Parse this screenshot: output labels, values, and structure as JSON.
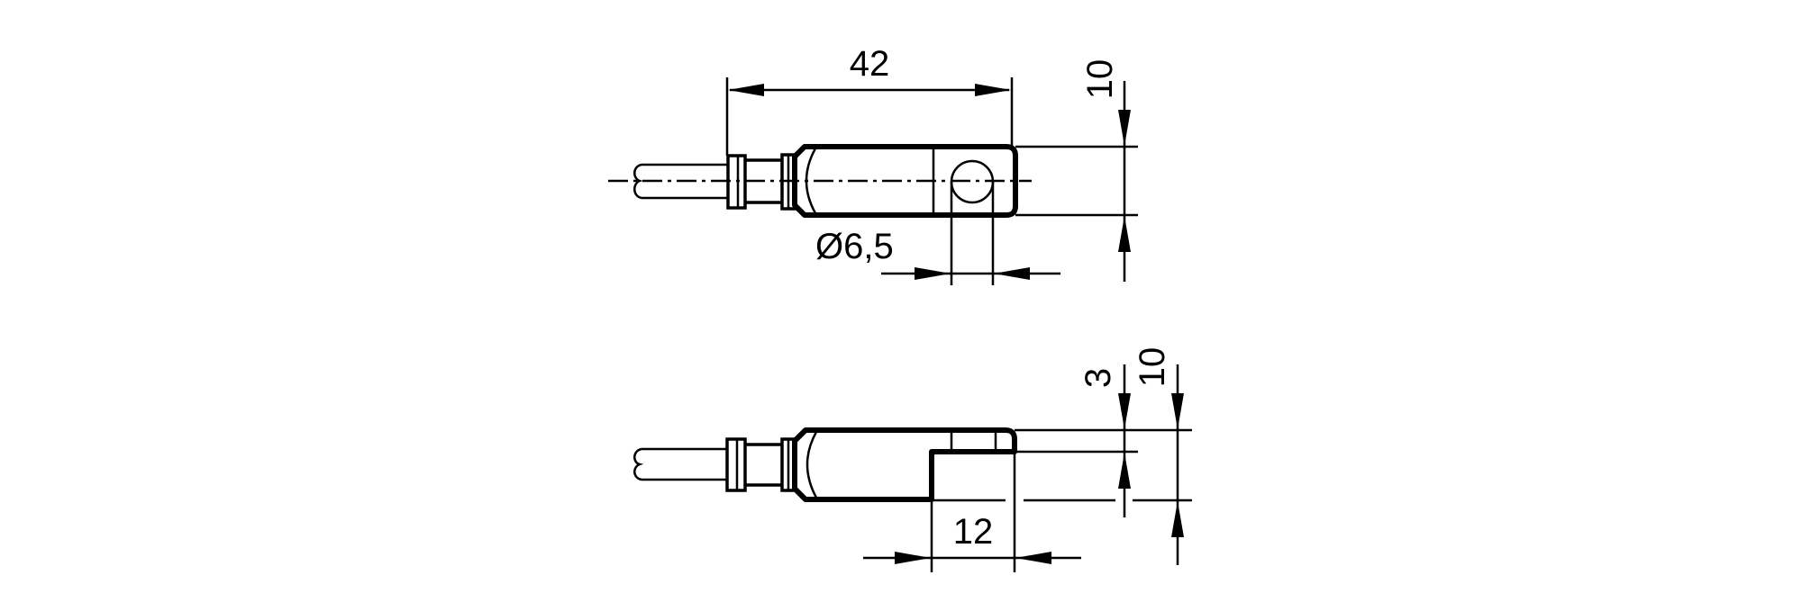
{
  "drawing": {
    "top_view": {
      "length_dim": "42",
      "height_dim": "10",
      "hole_dim": "Ø6,5"
    },
    "side_view": {
      "step_depth_dim": "3",
      "height_dim": "10",
      "step_length_dim": "12"
    }
  },
  "colors": {
    "line": "#000000",
    "background": "#ffffff"
  }
}
